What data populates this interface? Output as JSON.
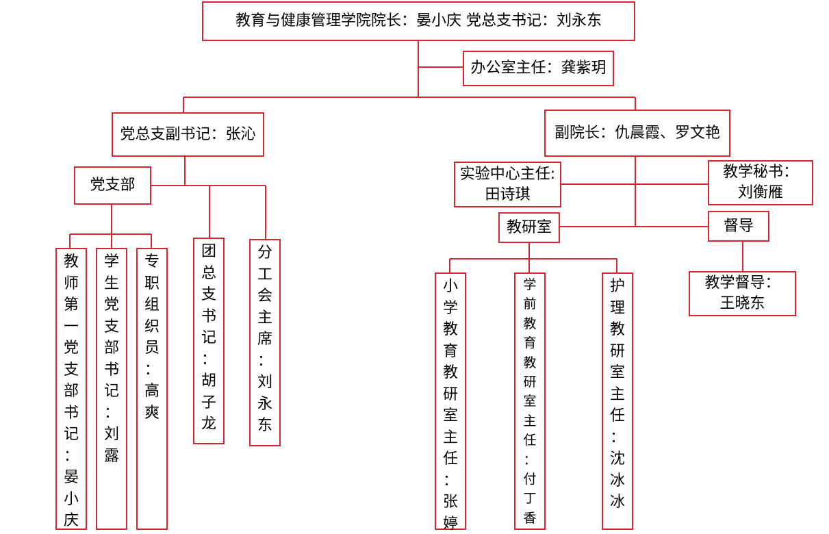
{
  "colors": {
    "line": "#d8262f",
    "text": "#000000",
    "background": "#ffffff"
  },
  "nodes": {
    "dean": "教育与健康管理学院院长：晏小庆   党总支书记：刘永东",
    "office_director": "办公室主任：龚紫玥",
    "deputy_party_secretary": "党总支副书记：张沁",
    "vice_dean": "副院长：仇晨霞、罗文艳",
    "party_branch": "党支部",
    "lab_director": "实验中心主任:\n田诗琪",
    "teaching_secretary": "教学秘书：\n刘衡雁",
    "teaching_research": "教研室",
    "supervision": "督导",
    "teaching_supervisor": "教学督导：\n王晓东",
    "branch_secretary_1": "教师第一党支部书记：晏小庆",
    "student_branch_secretary": "学生党支部书记：刘露",
    "organizer": "专职组织员：高爽",
    "youth_league_secretary": "团总支书记：胡子龙",
    "union_chair": "分工会主席：刘永东",
    "primary_edu_director": "小学教育教研室主任：张婷",
    "preschool_edu_director": "学前教育教研室主任：付丁香",
    "nursing_director": "护理教研室主任：沈冰冰"
  }
}
